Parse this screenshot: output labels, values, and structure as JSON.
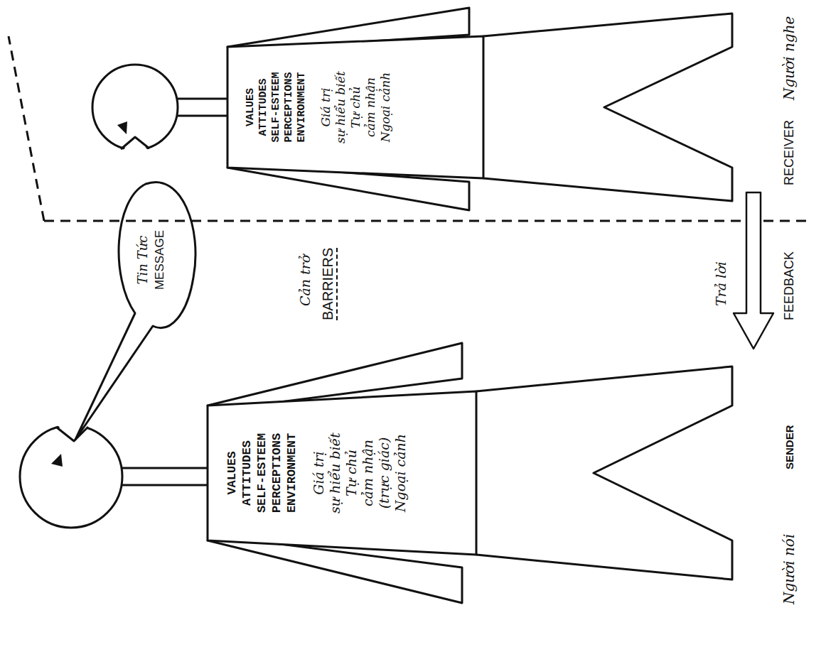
{
  "diagram": {
    "nodes": [
      {
        "text": [
          "VALUES",
          "ATTITUDES",
          "SELF-ESTEEM",
          "PERCEPTIONS",
          "ENVIRONMENT",
          "Giá trị",
          "sự hiểu biết",
          "Tự chủ",
          "cảm nhận",
          "(trực giác)",
          "Ngoại cảnh"
        ]
      },
      {
        "text": [
          "Tin Tức",
          "MESSAGE"
        ]
      },
      {
        "text": [
          "VALUES",
          "ATTITUDES",
          "SELF-ESTEEM",
          "PERCEPTIONS",
          "ENVIRONMENT",
          "Giá trị",
          "sự hiểu biết",
          "Tự chủ",
          "cảm nhận",
          "Ngoại cảnh"
        ]
      }
    ],
    "labels": [
      "Cản trở",
      "BARRIERS",
      "Trả lời",
      "FEEDBACK",
      "Người nói",
      "SENDER",
      "Người nghe",
      "RECEIVER"
    ]
  }
}
